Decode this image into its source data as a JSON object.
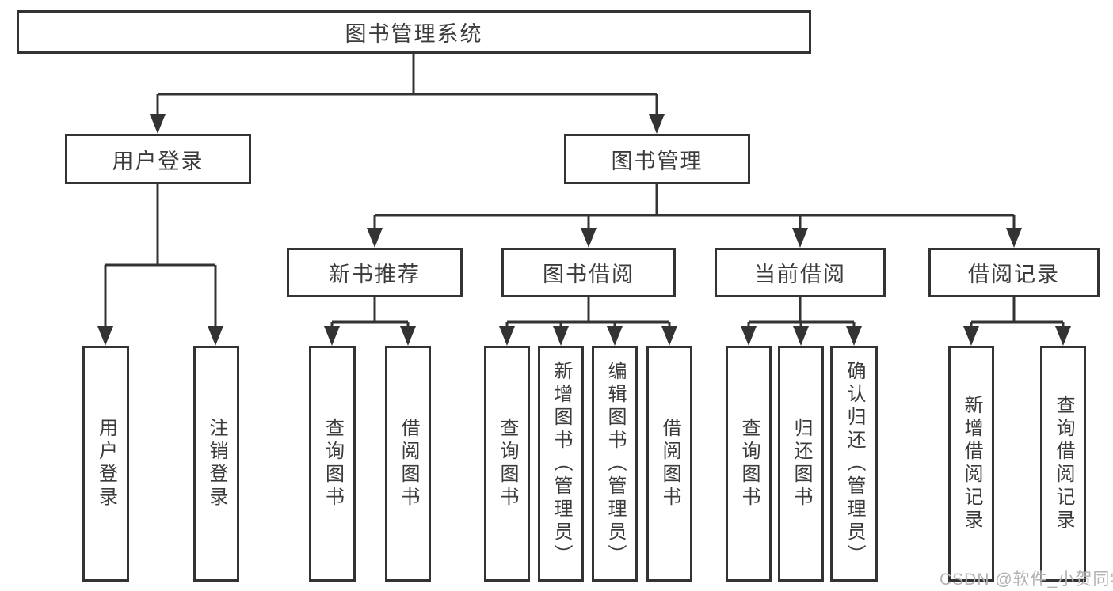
{
  "diagram": {
    "root": {
      "label": "图书管理系统"
    },
    "level2": {
      "user_login": {
        "label": "用户登录"
      },
      "book_management": {
        "label": "图书管理"
      }
    },
    "level3": {
      "new_book_recommend": {
        "label": "新书推荐"
      },
      "book_borrowing": {
        "label": "图书借阅"
      },
      "current_borrowing": {
        "label": "当前借阅"
      },
      "borrowing_records": {
        "label": "借阅记录"
      }
    },
    "leaves": {
      "login": {
        "label": "用户登录"
      },
      "logout": {
        "label": "注销登录"
      },
      "recommend_query_books": {
        "label": "查询图书"
      },
      "recommend_borrow_books": {
        "label": "借阅图书"
      },
      "borrowing_query_books": {
        "label": "查询图书"
      },
      "borrowing_add_books": {
        "label": "新增图书（管理员）"
      },
      "borrowing_edit_books": {
        "label": "编辑图书（管理员）"
      },
      "borrowing_borrow_books": {
        "label": "借阅图书"
      },
      "current_query_books": {
        "label": "查询图书"
      },
      "current_return_books": {
        "label": "归还图书"
      },
      "current_confirm_return": {
        "label": "确认归还（管理员）"
      },
      "records_add_record": {
        "label": "新增借阅记录"
      },
      "records_query_record": {
        "label": "查询借阅记录"
      }
    },
    "watermark": "CSDN @软件_小贺同学",
    "colors": {
      "line": "#333333",
      "text": "#3b3b3b",
      "box_background": "#ffffff",
      "watermark": "#b2b2b2"
    }
  }
}
